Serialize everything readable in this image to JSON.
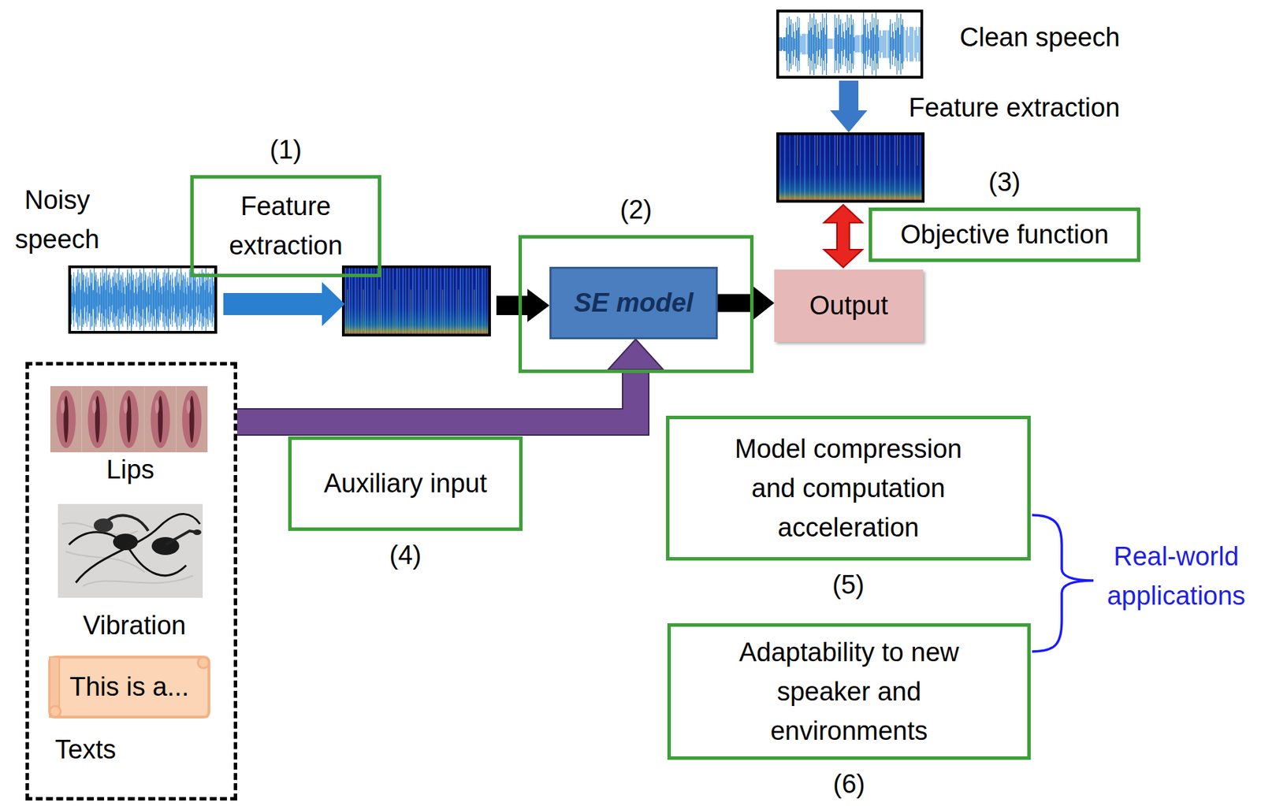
{
  "diagram": {
    "nodes": [
      {
        "text": [
          "(1)",
          "Feature extraction"
        ]
      },
      {
        "text": [
          "(2)"
        ]
      },
      {
        "text": [
          "SE model"
        ],
        "in": 1
      },
      {
        "text": [
          "(3)",
          "Objective function"
        ]
      },
      {
        "text": [
          "Output"
        ]
      },
      {
        "text": [
          "Auxiliary input",
          "(4)"
        ]
      },
      {
        "text": [
          "Lips",
          "Vibration",
          "Texts"
        ]
      },
      {
        "text": [
          "This is a..."
        ],
        "in": 6
      },
      {
        "text": [
          "Model compression and computation acceleration",
          "(5)"
        ]
      },
      {
        "text": [
          "Adaptability to new speaker and environments",
          "(6)"
        ]
      }
    ],
    "edges": [
      {
        "from": 2,
        "to": 4,
        "arrow": "to"
      },
      {
        "from": 6,
        "to": 2,
        "arrow": "to"
      }
    ],
    "labels": [
      "Clean speech",
      "Feature extraction",
      "Noisy speech",
      "Real-world applications"
    ]
  }
}
